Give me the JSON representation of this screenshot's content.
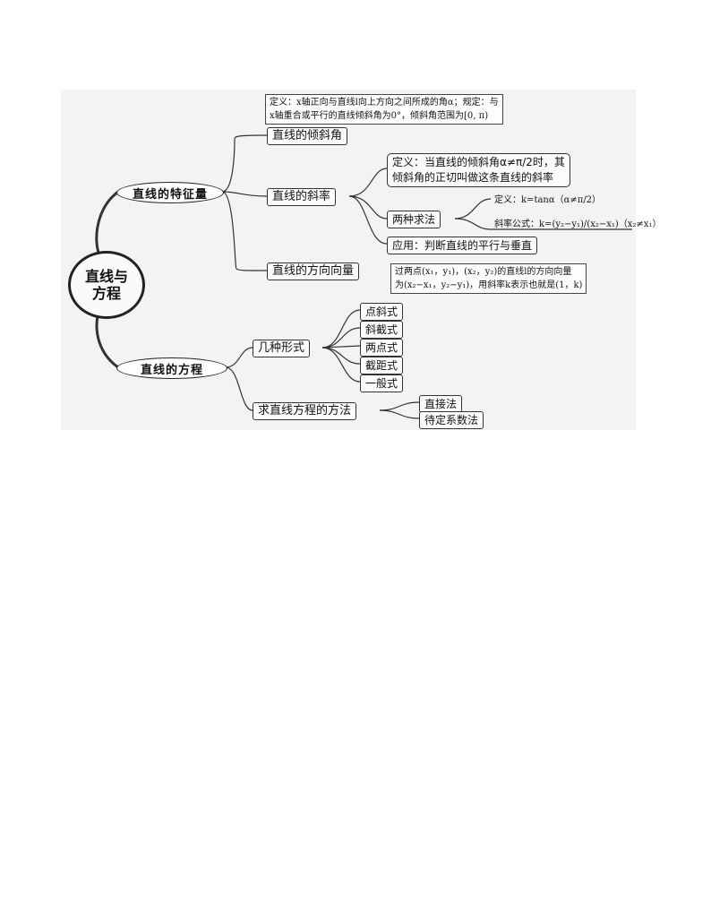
{
  "root": {
    "line1": "直线与",
    "line2": "方程"
  },
  "branch_features": {
    "label": "直线的特征量",
    "incline_angle": {
      "label": "直线的倾斜角",
      "def_line1": "定义：x轴正向与直线l向上方向之间所成的角α；规定：与",
      "def_line2": "x轴重合或平行的直线倾斜角为0°，倾斜角范围为[0, π)"
    },
    "slope": {
      "label": "直线的斜率",
      "def_line1": "定义：当直线的倾斜角α≠π/2时，其",
      "def_line2": "倾斜角的正切叫做这条直线的斜率",
      "methods": {
        "label": "两种求法",
        "def_formula": "定义：k=tanα（α≠π/2）",
        "slope_formula": "斜率公式：k=(y₂−y₁)/(x₂−x₁)（x₂≠x₁）"
      },
      "application": "应用：判断直线的平行与垂直"
    },
    "direction_vector": {
      "label": "直线的方向向量",
      "desc_line1": "过两点(x₁，y₁)，(x₂，y₂)的直线l的方向向量",
      "desc_line2": "为(x₂−x₁，y₂−y₁)，用斜率k表示也就是(1，k)"
    }
  },
  "branch_equations": {
    "label": "直线的方程",
    "forms": {
      "label": "几种形式",
      "items": [
        "点斜式",
        "斜截式",
        "两点式",
        "截距式",
        "一般式"
      ]
    },
    "methods": {
      "label": "求直线方程的方法",
      "items": [
        "直接法",
        "待定系数法"
      ]
    }
  }
}
